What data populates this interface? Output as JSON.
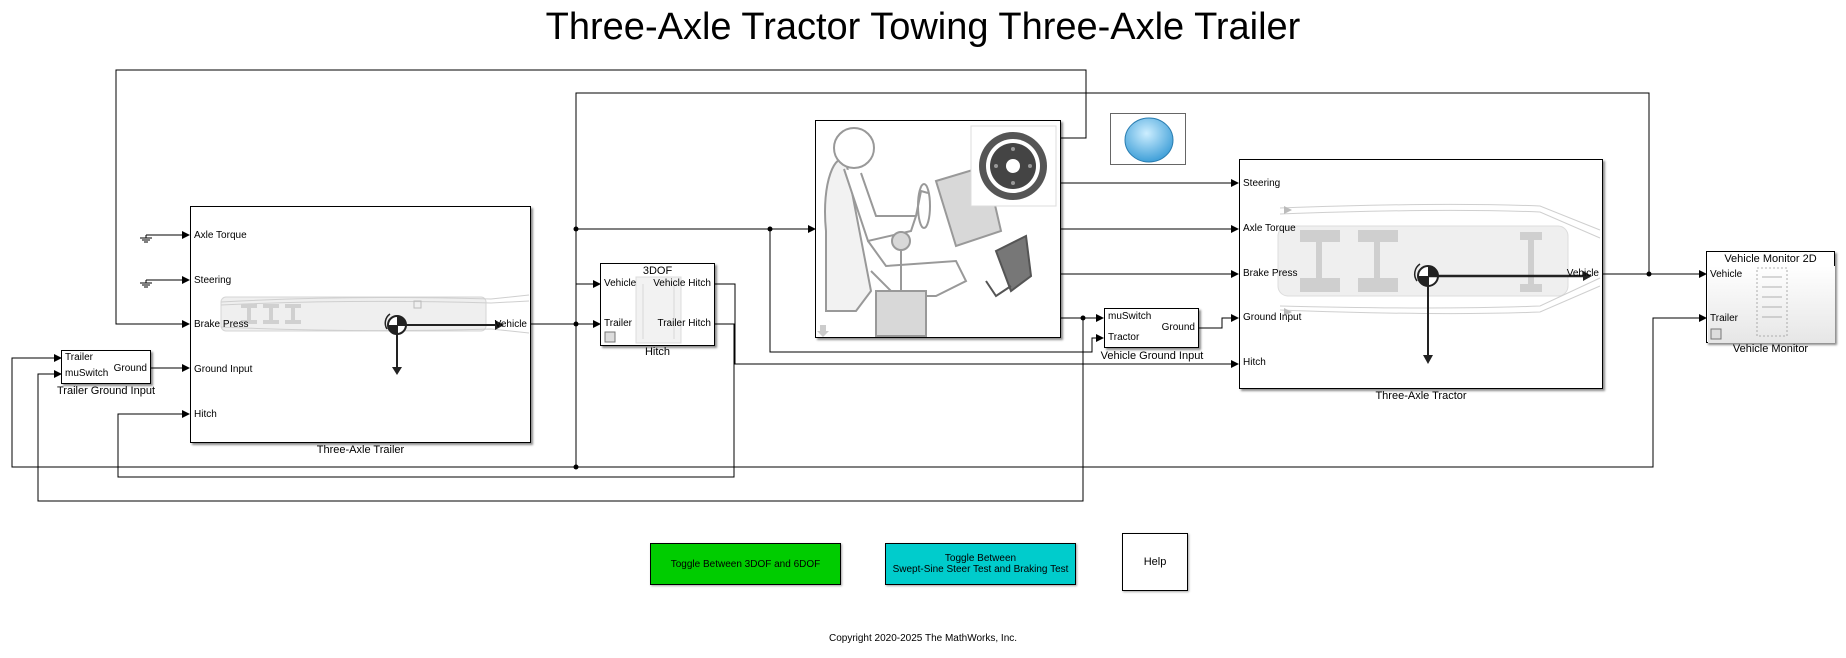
{
  "title": "Three-Axle Tractor Towing Three-Axle Trailer",
  "blocks": {
    "trailer_ground": {
      "ports_in": [
        "Trailer",
        "muSwitch"
      ],
      "ports_out": [
        "Ground"
      ],
      "caption": "Trailer Ground Input"
    },
    "trailer": {
      "ports_in": [
        "Axle Torque",
        "Steering",
        "Brake Press",
        "Ground Input",
        "Hitch"
      ],
      "ports_out": [
        "Vehicle"
      ],
      "caption": "Three-Axle Trailer"
    },
    "hitch": {
      "header": "3DOF",
      "ports_in": [
        "Vehicle",
        "Trailer"
      ],
      "ports_out": [
        "Vehicle Hitch",
        "Trailer Hitch"
      ],
      "caption": "Hitch"
    },
    "vehicle_ground": {
      "ports_in": [
        "muSwitch",
        "Tractor"
      ],
      "ports_out": [
        "Ground"
      ],
      "caption": "Vehicle Ground Input"
    },
    "tractor": {
      "ports_in": [
        "Steering",
        "Axle Torque",
        "Brake Press",
        "Ground Input",
        "Hitch"
      ],
      "ports_out": [
        "Vehicle"
      ],
      "caption": "Three-Axle Tractor"
    },
    "monitor": {
      "header": "Vehicle Monitor 2D",
      "ports_in": [
        "Vehicle",
        "Trailer"
      ],
      "caption": "Vehicle Monitor"
    }
  },
  "buttons": {
    "toggle_dof": "Toggle Between 3DOF and 6DOF",
    "toggle_test_line1": "Toggle Between",
    "toggle_test_line2": "Swept-Sine Steer Test and Braking Test",
    "help": "Help"
  },
  "colors": {
    "toggle_dof": "#00cc00",
    "toggle_test": "#00cccc",
    "lamp": "#5ab4e8"
  },
  "icons": [
    "ground-icon",
    "driver-icon",
    "steering-wheel-icon",
    "lamp-icon",
    "vehicle-body-icon",
    "cg-marker-icon",
    "scope-icon"
  ],
  "copyright": "Copyright 2020-2025 The MathWorks, Inc."
}
